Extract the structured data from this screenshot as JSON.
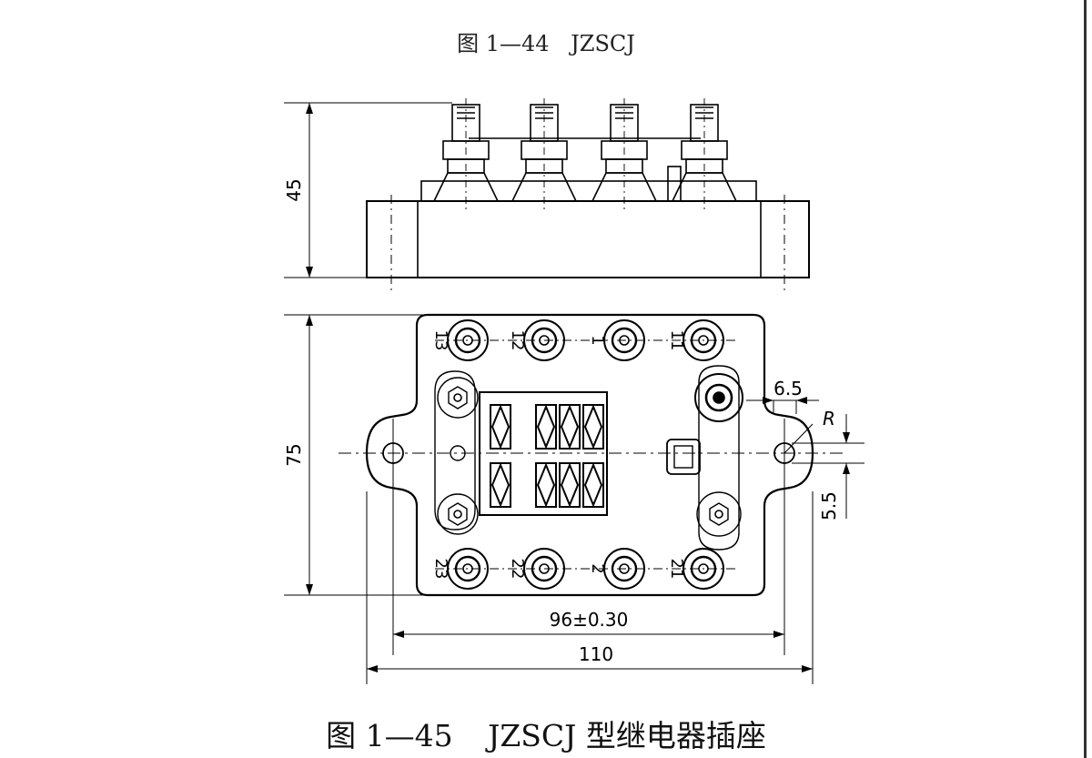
{
  "figure_top": {
    "number": "图 1—44",
    "model": "JZSCJ"
  },
  "figure_bottom": {
    "number": "图 1—45",
    "title": "JZSCJ 型继电器插座"
  },
  "dimensions": {
    "height_side": "45",
    "height_top": "75",
    "hole_spacing": "96±0.30",
    "overall_width": "110",
    "slot_width": "6.5",
    "slot_height": "5.5",
    "radius": "R"
  },
  "terminals_top": [
    "13",
    "12",
    "1",
    "11"
  ],
  "terminals_bottom": [
    "23",
    "22",
    "2",
    "21"
  ]
}
